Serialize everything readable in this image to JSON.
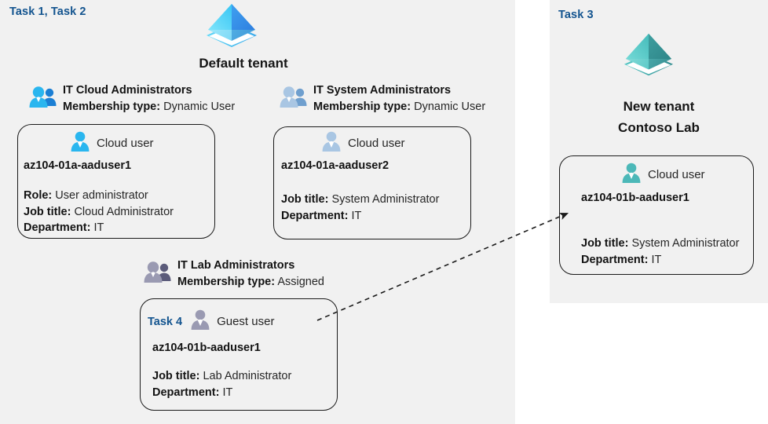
{
  "panels": {
    "left": {
      "task_label": "Task 1, Task 2"
    },
    "right": {
      "task_label": "Task 3"
    }
  },
  "tenants": {
    "default": {
      "name": "Default tenant",
      "icon": "azure-ad-tenant-icon",
      "color": "#3fa9f5"
    },
    "new": {
      "line1": "New  tenant",
      "line2": "Contoso Lab",
      "icon": "azure-ad-tenant-icon",
      "color": "#4cb8b8"
    }
  },
  "groups": [
    {
      "name": "IT Cloud Administrators",
      "membership_label": "Membership type:",
      "membership_value": "Dynamic User",
      "icon": "group-users-icon",
      "icon_color": "#2ab6ef"
    },
    {
      "name": "IT System Administrators",
      "membership_label": "Membership type:",
      "membership_value": "Dynamic User",
      "icon": "group-users-icon",
      "icon_color": "#9dbfe0"
    },
    {
      "name": "IT Lab Administrators",
      "membership_label": "Membership type:",
      "membership_value": "Assigned",
      "icon": "group-users-icon",
      "icon_color": "#8c8ca8"
    }
  ],
  "cards": [
    {
      "id": "az104-01a-aaduser1",
      "user_type": "Cloud user",
      "icon": "cloud-user-icon",
      "icon_color": "#2ab6ef",
      "username": "az104-01a-aaduser1",
      "attrs": [
        {
          "label": "Role:",
          "value": "User administrator"
        },
        {
          "label": "Job title:",
          "value": "Cloud Administrator"
        },
        {
          "label": "Department:",
          "value": "IT"
        }
      ]
    },
    {
      "id": "az104-01a-aaduser2",
      "user_type": "Cloud user",
      "icon": "cloud-user-icon",
      "icon_color": "#9dbfe0",
      "username": "az104-01a-aaduser2",
      "attrs": [
        {
          "label": "Job title:",
          "value": "System Administrator"
        },
        {
          "label": "Department:",
          "value": "IT"
        }
      ]
    },
    {
      "id": "az104-01b-aaduser1-guest",
      "task_tag": "Task 4",
      "user_type": "Guest user",
      "icon": "guest-user-icon",
      "icon_color": "#8c8ca8",
      "username": "az104-01b-aaduser1",
      "attrs": [
        {
          "label": "Job title:",
          "value": "Lab Administrator"
        },
        {
          "label": "Department:",
          "value": "IT"
        }
      ]
    },
    {
      "id": "az104-01b-aaduser1",
      "user_type": "Cloud user",
      "icon": "cloud-user-icon",
      "icon_color": "#4cb8b8",
      "username": "az104-01b-aaduser1",
      "attrs": [
        {
          "label": "Job title:",
          "value": "System Administrator"
        },
        {
          "label": "Department:",
          "value": "IT"
        }
      ]
    }
  ],
  "connector": {
    "style": "dashed-arrow",
    "from": "az104-01b-aaduser1-guest",
    "to": "az104-01b-aaduser1"
  }
}
